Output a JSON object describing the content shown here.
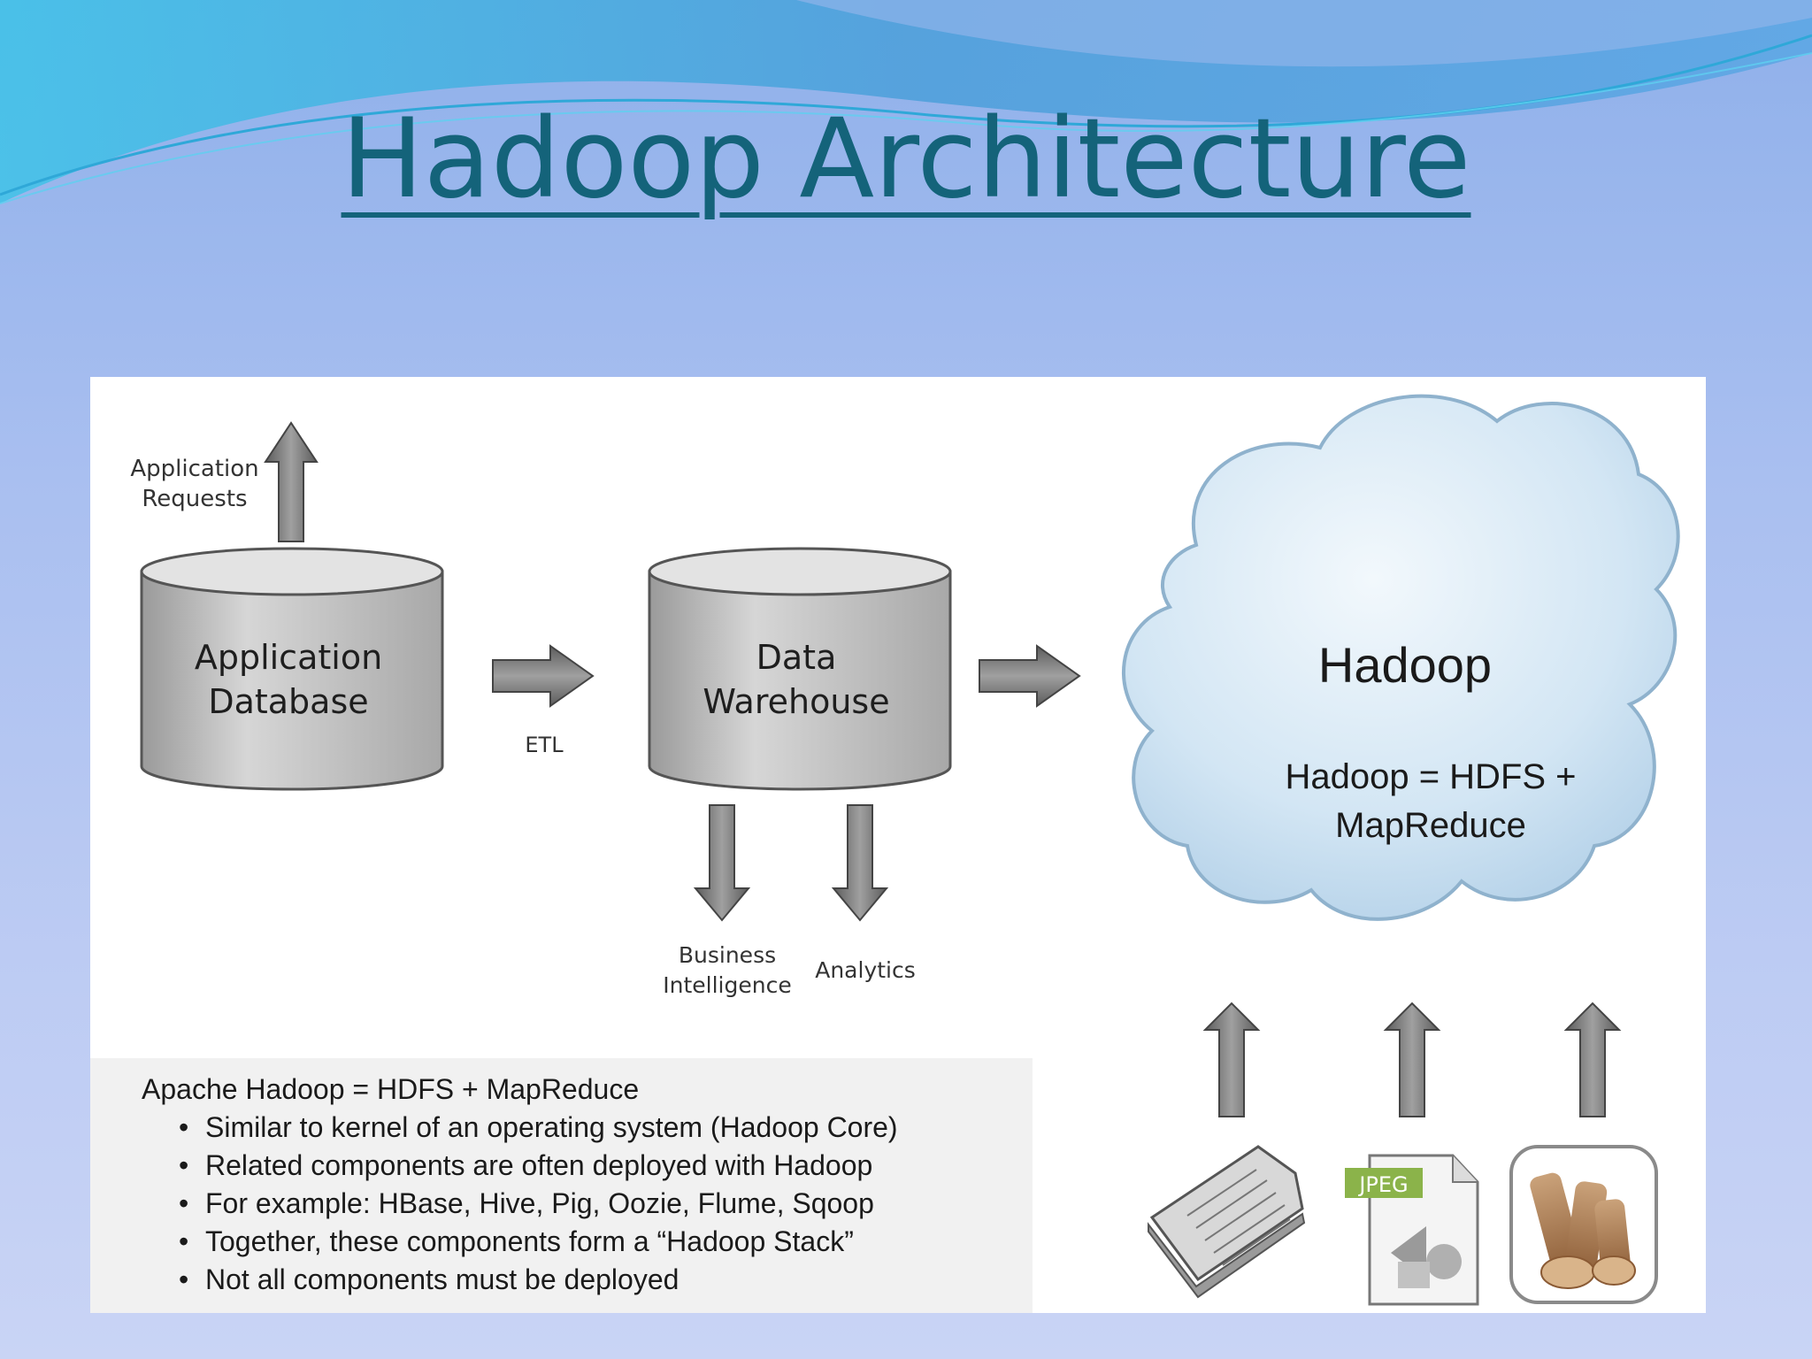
{
  "slide": {
    "title": "Hadoop Architecture"
  },
  "diagram": {
    "app_requests": {
      "line1": "Application",
      "line2": "Requests"
    },
    "app_database": {
      "line1": "Application",
      "line2": "Database"
    },
    "etl_label": "ETL",
    "data_warehouse": {
      "line1": "Data",
      "line2": "Warehouse"
    },
    "business_intelligence": {
      "line1": "Business",
      "line2": "Intelligence"
    },
    "analytics": "Analytics",
    "hadoop_cloud": {
      "title": "Hadoop",
      "formula_line1": "Hadoop = HDFS +",
      "formula_line2": "MapReduce"
    },
    "jpeg_tag": "JPEG"
  },
  "notes": {
    "heading": "Apache Hadoop = HDFS + MapReduce",
    "bullets": [
      "Similar to kernel of an operating system (Hadoop Core)",
      "Related components are often deployed with Hadoop",
      "For example: HBase, Hive, Pig, Oozie, Flume, Sqoop",
      "Together, these components form a “Hadoop Stack”",
      "Not all components must be deployed"
    ]
  },
  "colors": {
    "title": "#14637a",
    "cloud": "#cfe3f3",
    "cylinder": "#c4c4c4",
    "arrow": "#7a7a7a"
  },
  "icons": [
    "arrow-up-icon",
    "arrow-right-icon",
    "arrow-down-icon",
    "cloud-icon",
    "document-icon",
    "jpeg-file-icon",
    "wood-logs-icon"
  ]
}
